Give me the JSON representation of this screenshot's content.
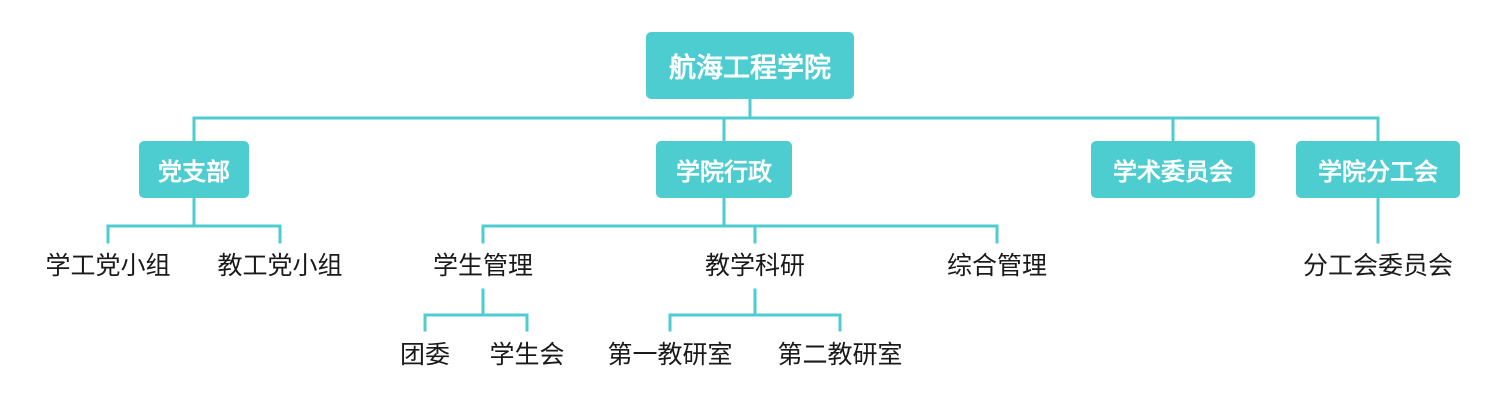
{
  "root": {
    "label": "航海工程学院"
  },
  "level1": [
    {
      "label": "党支部"
    },
    {
      "label": "学院行政"
    },
    {
      "label": "学术委员会"
    },
    {
      "label": "学院分工会"
    }
  ],
  "party": [
    {
      "label": "学工党小组"
    },
    {
      "label": "教工党小组"
    }
  ],
  "admin": [
    {
      "label": "学生管理"
    },
    {
      "label": "教学科研"
    },
    {
      "label": "综合管理"
    }
  ],
  "union": [
    {
      "label": "分工会委员会"
    }
  ],
  "student_mgmt": [
    {
      "label": "团委"
    },
    {
      "label": "学生会"
    }
  ],
  "teaching": [
    {
      "label": "第一教研室"
    },
    {
      "label": "第二教研室"
    }
  ],
  "colors": {
    "box": "#4ecdd0",
    "line": "#4ecdd0",
    "box_text": "#ffffff",
    "plain_text": "#1a1a1a"
  }
}
